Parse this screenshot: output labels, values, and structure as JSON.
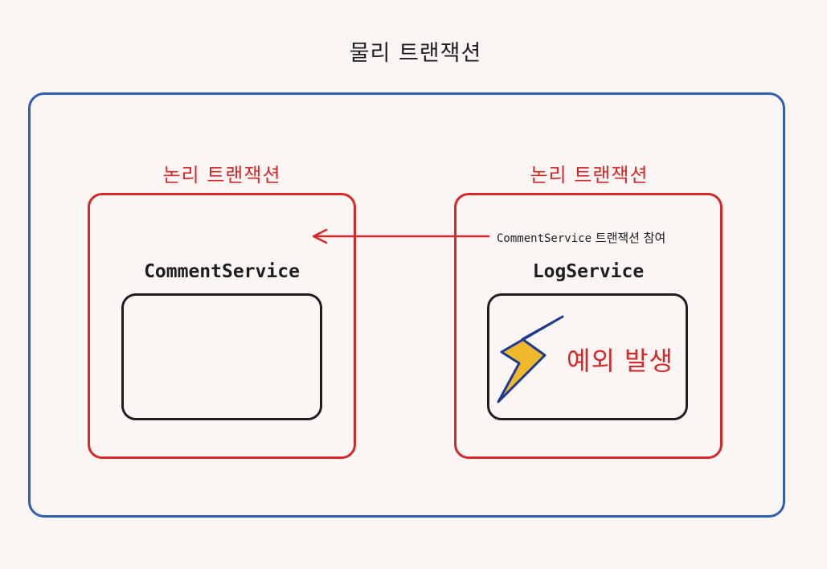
{
  "title": "물리 트랜잭션",
  "logical": {
    "left_label": "논리 트랜잭션",
    "right_label": "논리 트랜잭션"
  },
  "services": {
    "left": "CommentService",
    "right": "LogService"
  },
  "arrow": {
    "caption_service": "CommentService",
    "caption_text": " 트랜잭션 참여"
  },
  "exception": {
    "text": "예외 발생",
    "icon": "lightning-bolt-icon"
  },
  "colors": {
    "physical_border": "#2f5fb3",
    "logical_border": "#d62828",
    "inner_border": "#1e1e1e",
    "bolt_fill": "#f0b92b",
    "bolt_stroke": "#1f3a93",
    "background": "#fbf6f4"
  }
}
